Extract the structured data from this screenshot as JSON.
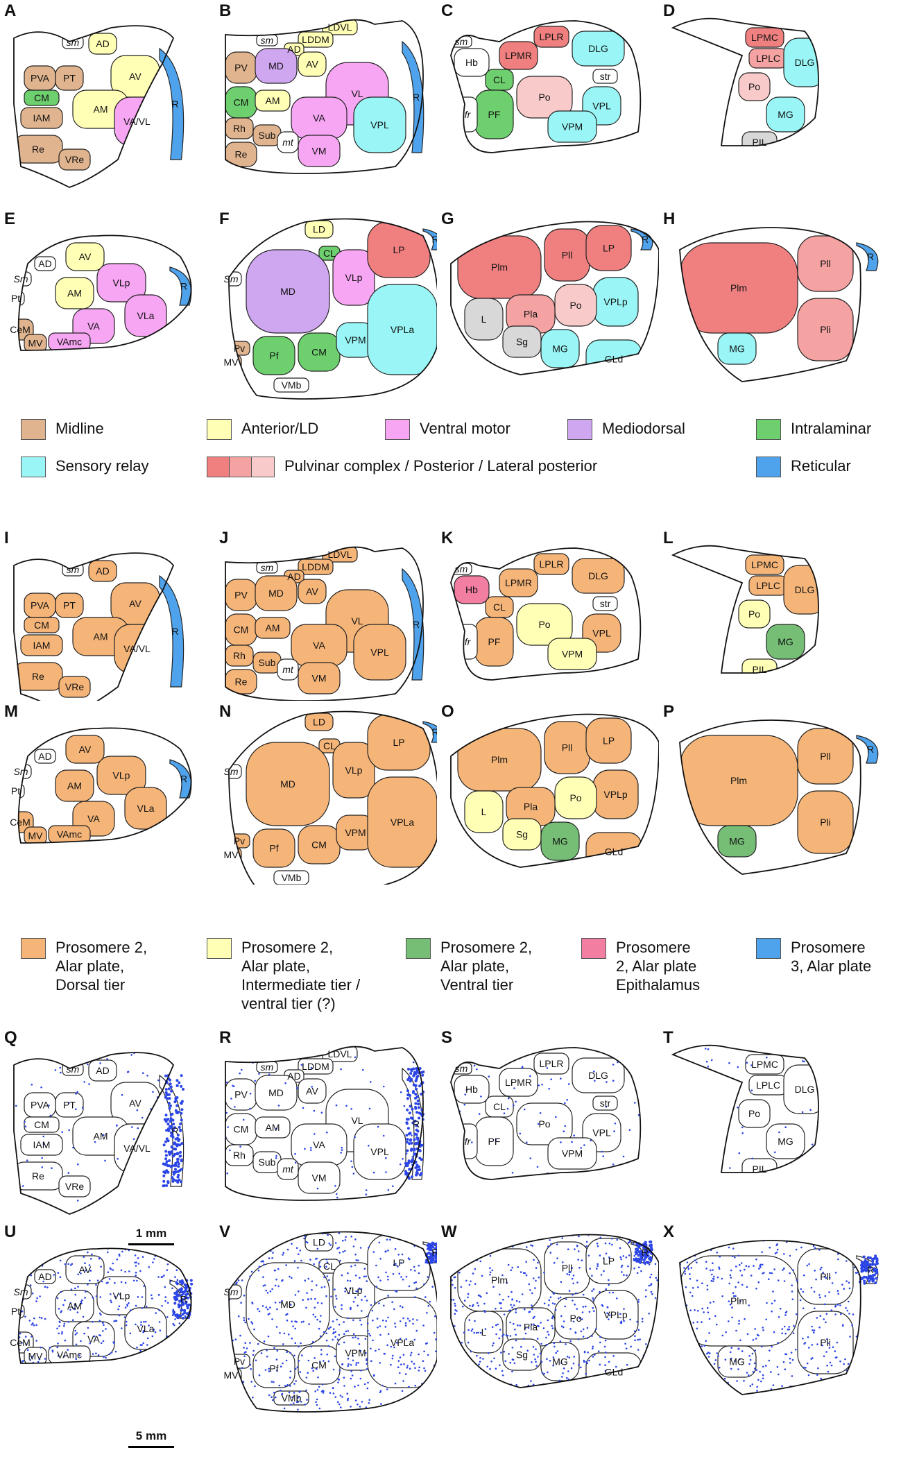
{
  "colors": {
    "midline": "#E0B48E",
    "anterior_ld": "#FFFFB6",
    "ventral_motor": "#F6A6F2",
    "mediodorsal": "#CFA6F0",
    "intralaminar": "#6ECF6E",
    "sensory_relay": "#9AF6F6",
    "pulvinar_1": "#F08080",
    "pulvinar_2": "#F4A2A2",
    "pulvinar_3": "#F9CACA",
    "reticular": "#4FA3EC",
    "gray": "#D8D8D8",
    "dorsal_tier": "#F5B579",
    "intermediate_tier": "#FFFFB6",
    "ventral_tier": "#76BE76",
    "epithalamus": "#F27EA2",
    "prosomere3": "#4FA3EC",
    "dots": "#2B45E6"
  },
  "panel_letters": [
    "A",
    "B",
    "C",
    "D",
    "E",
    "F",
    "G",
    "H",
    "I",
    "J",
    "K",
    "L",
    "M",
    "N",
    "O",
    "P",
    "Q",
    "R",
    "S",
    "T",
    "U",
    "V",
    "W",
    "X"
  ],
  "regions": {
    "A": [
      "sm",
      "AD",
      "AV",
      "PVA",
      "PT",
      "CM",
      "AM",
      "IAM",
      "VA/VL",
      "R",
      "Re",
      "VRe"
    ],
    "B": [
      "LDVL",
      "LDDM",
      "sm",
      "AD",
      "PV",
      "MD",
      "AV",
      "VL",
      "R",
      "CM",
      "AM",
      "VA",
      "VPL",
      "Rh",
      "Sub",
      "Re",
      "mt",
      "VM"
    ],
    "C": [
      "sm",
      "LPLR",
      "LPMR",
      "Hb",
      "DLG",
      "CL",
      "str",
      "Po",
      "PF",
      "fr",
      "VPL",
      "VPM"
    ],
    "D": [
      "LPMC",
      "LPLC",
      "DLG",
      "Po",
      "MG",
      "PIL"
    ],
    "E": [
      "AD",
      "AV",
      "Sm",
      "AM",
      "VLp",
      "R",
      "Pt",
      "VA",
      "VLa",
      "CeM",
      "MV",
      "VAmc"
    ],
    "F": [
      "LD",
      "CL",
      "R",
      "VLp",
      "LP",
      "Sm",
      "MD",
      "Pv",
      "MV",
      "Pf",
      "CM",
      "VPM",
      "VPLa",
      "VMb"
    ],
    "G": [
      "Pll",
      "LP",
      "R",
      "Plm",
      "VPLp",
      "Po",
      "Pla",
      "L",
      "Sg",
      "MG",
      "GLd"
    ],
    "H": [
      "Pll",
      "R",
      "Plm",
      "Pli",
      "MG"
    ],
    "I": [
      "sm",
      "AD",
      "AV",
      "PVA",
      "PT",
      "CM",
      "AM",
      "IAM",
      "VA/VL",
      "R",
      "Re",
      "VRe"
    ],
    "J": [
      "LDVL",
      "LDDM",
      "sm",
      "AD",
      "PV",
      "MD",
      "AV",
      "VL",
      "R",
      "CM",
      "AM",
      "VA",
      "VPL",
      "Rh",
      "Sub",
      "Re",
      "mt",
      "VM"
    ],
    "K": [
      "sm",
      "LPLR",
      "LPMR",
      "Hb",
      "DLG",
      "CL",
      "str",
      "Po",
      "PF",
      "fr",
      "VPL",
      "VPM"
    ],
    "L": [
      "LPMC",
      "LPLC",
      "DLG",
      "Po",
      "MG",
      "PIL"
    ],
    "M": [
      "AD",
      "AV",
      "Sm",
      "AM",
      "VLp",
      "R",
      "Pt",
      "VA",
      "VLa",
      "CeM",
      "MV",
      "VAmc"
    ],
    "N": [
      "LD",
      "CL",
      "R",
      "VLp",
      "LP",
      "Sm",
      "MD",
      "Pv",
      "MV",
      "Pf",
      "CM",
      "VPM",
      "VPLa",
      "VMb"
    ],
    "O": [
      "Pll",
      "LP",
      "Plm",
      "VPLp",
      "Po",
      "Pla",
      "L",
      "Sg",
      "MG",
      "GLd"
    ],
    "P": [
      "Pll",
      "R",
      "Plm",
      "Pli",
      "MG"
    ],
    "Q": [
      "sm",
      "AD",
      "AV",
      "PVA",
      "PT",
      "CM",
      "AM",
      "IAM",
      "VA/VL",
      "R",
      "Re",
      "VRe"
    ],
    "R": [
      "LDVL",
      "LDDM",
      "sm",
      "AD",
      "PV",
      "MD",
      "AV",
      "VL",
      "R",
      "CM",
      "AM",
      "VA",
      "VPL",
      "Rh",
      "Sub",
      "mt",
      "VM"
    ],
    "S": [
      "sm",
      "LPLR",
      "LPMR",
      "Hb",
      "DLG",
      "CL",
      "str",
      "Po",
      "PF",
      "fr",
      "VPL",
      "VPM"
    ],
    "T": [
      "LPMC",
      "LPLC",
      "DLG",
      "Po",
      "MG",
      "PIL"
    ],
    "U": [
      "AD",
      "AV",
      "Sm",
      "AM",
      "VLp",
      "R",
      "Pt",
      "VA",
      "VLa",
      "CeM",
      "MV",
      "VAmc"
    ],
    "V": [
      "LD",
      "CL",
      "R",
      "VLp",
      "LP",
      "Sm",
      "MD",
      "Pv",
      "MV",
      "Pf",
      "CM",
      "VPM",
      "VPLa",
      "VMb"
    ],
    "W": [
      "Pll",
      "LP",
      "R",
      "Plm",
      "VPLp",
      "Po",
      "Pla",
      "L",
      "Sg",
      "MG",
      "GLd"
    ],
    "X": [
      "Pll",
      "R",
      "Plm",
      "Pli",
      "MG"
    ]
  },
  "legend1": [
    {
      "label": "Midline",
      "color_key": "midline"
    },
    {
      "label": "Anterior/LD",
      "color_key": "anterior_ld"
    },
    {
      "label": "Ventral motor",
      "color_key": "ventral_motor"
    },
    {
      "label": "Mediodorsal",
      "color_key": "mediodorsal"
    },
    {
      "label": "Intralaminar",
      "color_key": "intralaminar"
    },
    {
      "label": "Sensory relay",
      "color_key": "sensory_relay"
    },
    {
      "label": "Pulvinar complex / Posterior / Lateral posterior",
      "color_key": "pulvinar"
    },
    {
      "label": "Reticular",
      "color_key": "reticular"
    }
  ],
  "legend2": [
    {
      "label": "Prosomere 2,\nAlar plate,\nDorsal tier",
      "color_key": "dorsal_tier"
    },
    {
      "label": "Prosomere 2,\nAlar plate,\nIntermediate tier /\nventral tier (?)",
      "color_key": "intermediate_tier"
    },
    {
      "label": "Prosomere 2,\nAlar plate,\nVentral tier",
      "color_key": "ventral_tier"
    },
    {
      "label": "Prosomere\n2, Alar plate\nEpithalamus",
      "color_key": "epithalamus"
    },
    {
      "label": "Prosomere\n3, Alar plate",
      "color_key": "prosomere3"
    }
  ],
  "scalebars": {
    "small": "1 mm",
    "large": "5 mm"
  }
}
